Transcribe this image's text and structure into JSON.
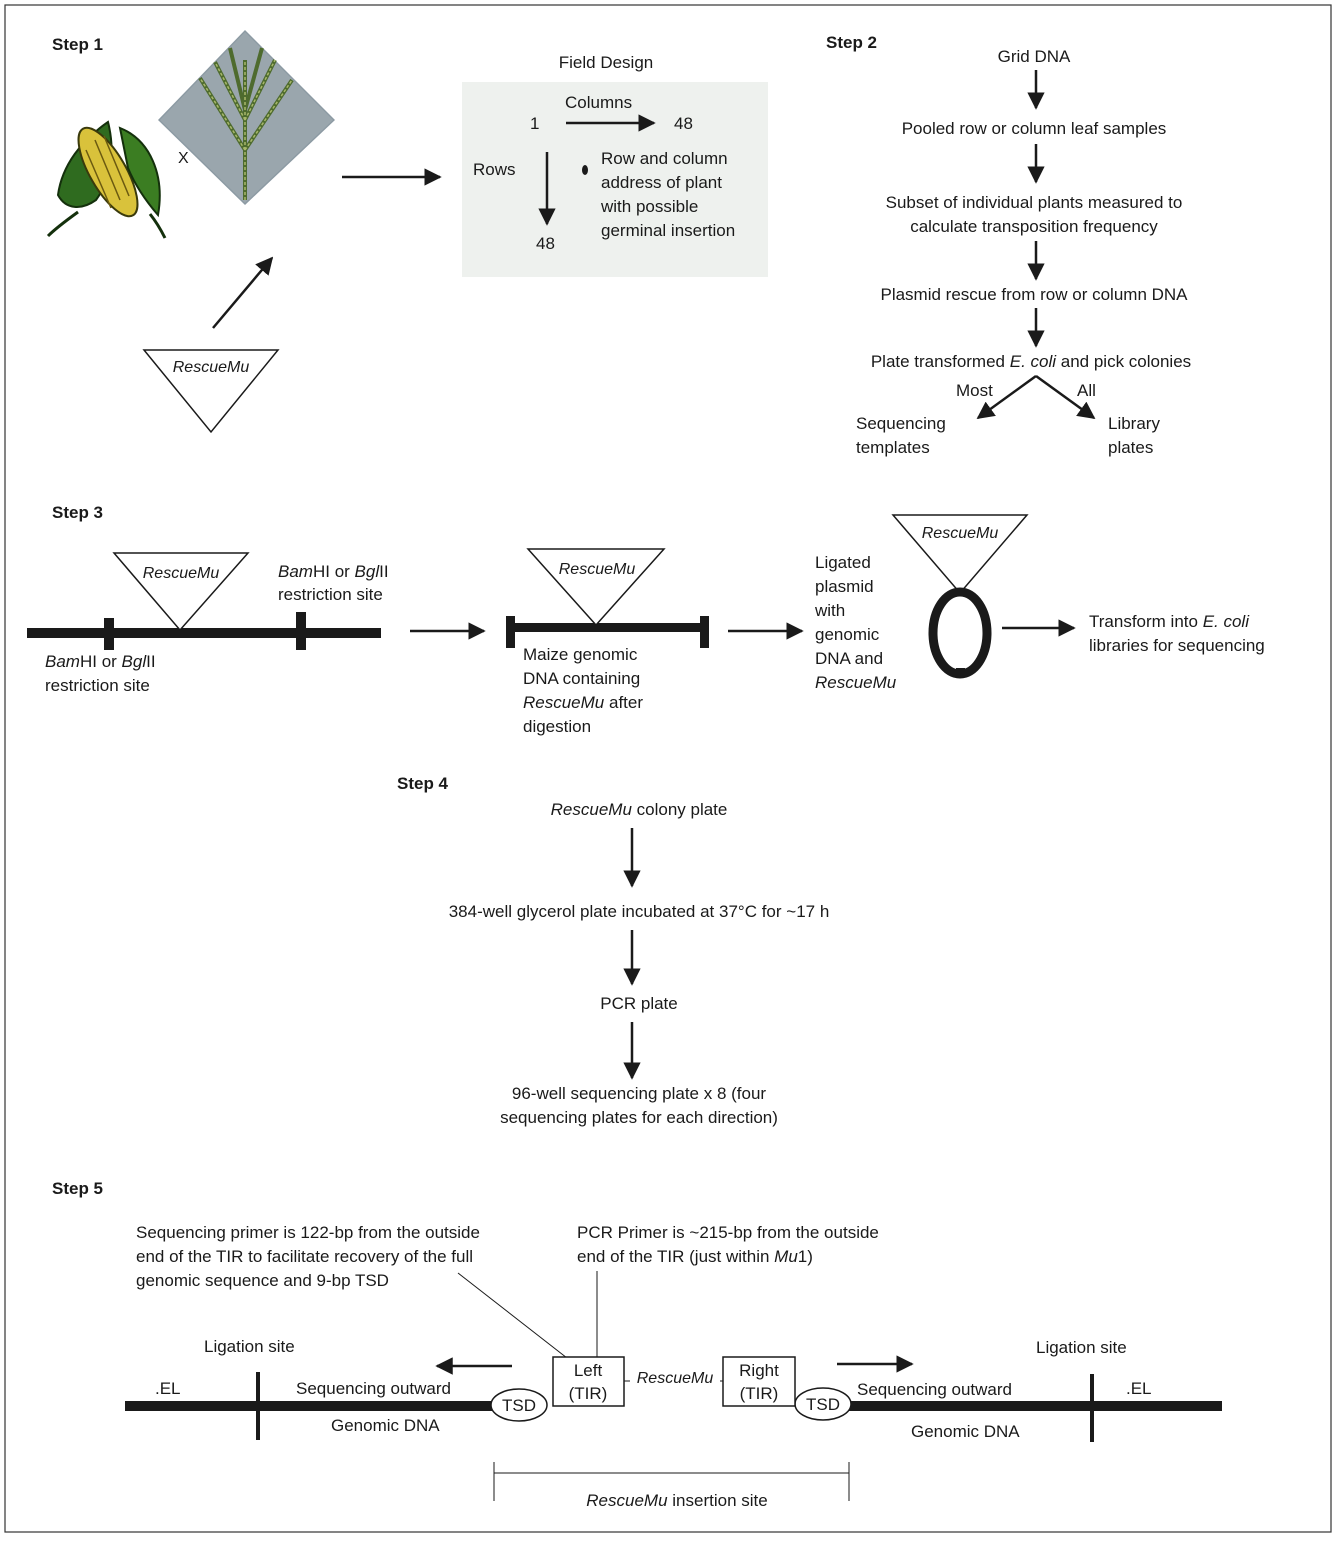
{
  "step1": {
    "label": "Step 1",
    "cross": "X",
    "rescuemu": "RescueMu",
    "field_design": {
      "title": "Field Design",
      "columns": "Columns",
      "col_start": "1",
      "col_end": "48",
      "rows": "Rows",
      "row_end": "48",
      "note": [
        "Row and column",
        "address of plant",
        "with possible",
        "germinal insertion"
      ]
    }
  },
  "step2": {
    "label": "Step 2",
    "flow": [
      "Grid DNA",
      "Pooled row or column leaf samples",
      "Subset of individual plants measured to",
      "calculate transposition frequency",
      "Plasmid rescue from row or column DNA"
    ],
    "plate_prefix": "Plate transformed ",
    "plate_ecoli": "E. coli",
    "plate_suffix": " and pick colonies",
    "most": "Most",
    "all": "All",
    "seq_templates": [
      "Sequencing",
      "templates"
    ],
    "library_plates": [
      "Library",
      "plates"
    ]
  },
  "step3": {
    "label": "Step 3",
    "rescuemu": "RescueMu",
    "bam": "Bam",
    "hi_or": "HI or ",
    "bgl": "Bgl",
    "ii": "II",
    "restriction_site": "restriction site",
    "digestion": [
      "Maize genomic",
      "DNA containing",
      " after",
      "digestion"
    ],
    "ligated": [
      "Ligated",
      "plasmid",
      "with",
      "genomic",
      "DNA and"
    ],
    "transform_prefix": "Transform into ",
    "ecoli": "E. coli",
    "transform_line2": "libraries for sequencing"
  },
  "step4": {
    "label": "Step 4",
    "rescuemu": "RescueMu",
    "colony_plate": " colony plate",
    "glycerol": "384-well glycerol plate incubated at 37°C for ~17 h",
    "pcr_plate": "PCR plate",
    "seq_plate": [
      "96-well sequencing plate x 8 (four",
      "sequencing plates for each direction)"
    ]
  },
  "step5": {
    "label": "Step 5",
    "seq_primer_note": [
      "Sequencing primer is 122-bp from the outside",
      "end of the TIR to facilitate recovery of the full",
      "genomic sequence and 9-bp TSD"
    ],
    "pcr_primer_note_1": "PCR Primer is ~215-bp from the outside",
    "pcr_primer_note_2a": "end of the TIR (just within ",
    "pcr_primer_note_2b": "Mu",
    "pcr_primer_note_2c": "1)",
    "ligation_site": "Ligation site",
    "el": ".EL",
    "sequencing_outward": "Sequencing outward",
    "genomic_dna": "Genomic DNA",
    "tsd": "TSD",
    "left_tir": [
      "Left",
      "(TIR)"
    ],
    "right_tir": [
      "Right",
      "(TIR)"
    ],
    "rescuemu": "RescueMu",
    "insertion_site": " insertion site"
  }
}
